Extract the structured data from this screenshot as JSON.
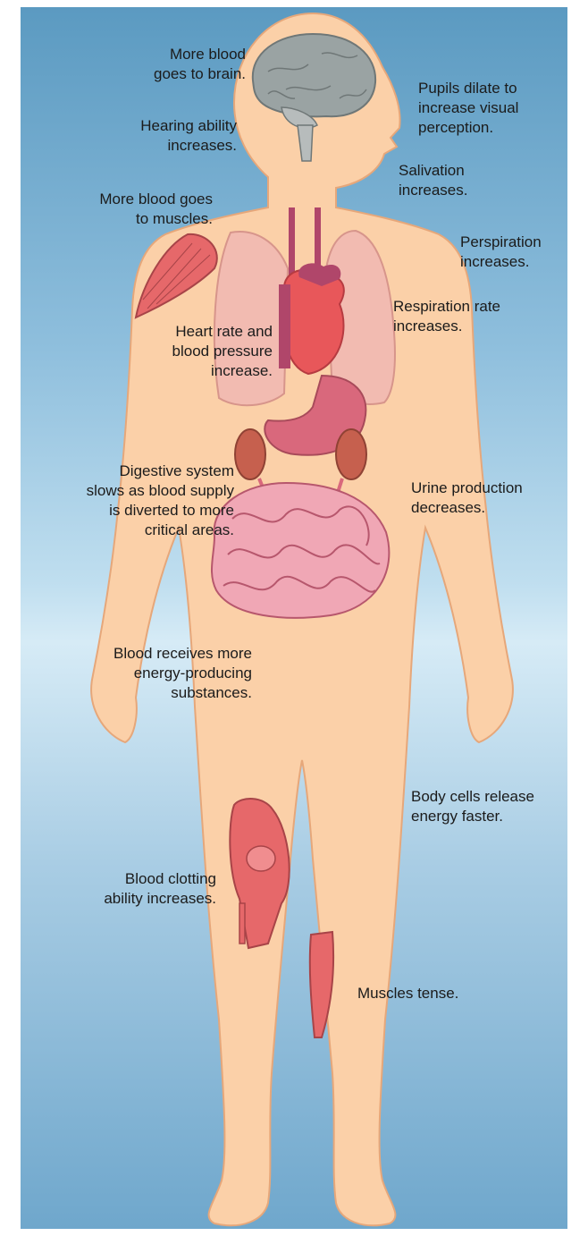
{
  "labels": {
    "brain_blood": "More blood\ngoes to brain.",
    "hearing": "Hearing ability\nincreases.",
    "muscle_blood": "More blood goes\nto muscles.",
    "heart": "Heart rate and\nblood pressure\nincrease.",
    "digestive": "Digestive system\nslows as blood supply\nis diverted to more\ncritical areas.",
    "energy_substances": "Blood receives more\nenergy-producing\nsubstances.",
    "clotting": "Blood clotting\nability increases.",
    "pupils": "Pupils dilate to\nincrease visual\nperception.",
    "salivation": "Salivation\nincreases.",
    "perspiration": "Perspiration\nincreases.",
    "respiration": "Respiration rate\nincreases.",
    "urine": "Urine production\ndecreases.",
    "body_cells": "Body cells release\nenergy faster.",
    "muscles_tense": "Muscles tense."
  },
  "colors": {
    "skin": "#fbd0a8",
    "skin_outline": "#e6a77a",
    "brain": "#9aa3a3",
    "lungs": "#f2b9b2",
    "heart": "#e8575a",
    "muscle": "#e6686a",
    "stomach": "#d9687c",
    "kidney": "#c6604e",
    "intestine": "#f0a7b5",
    "intestine_outline": "#b7576d",
    "vessel": "#b0466a"
  }
}
